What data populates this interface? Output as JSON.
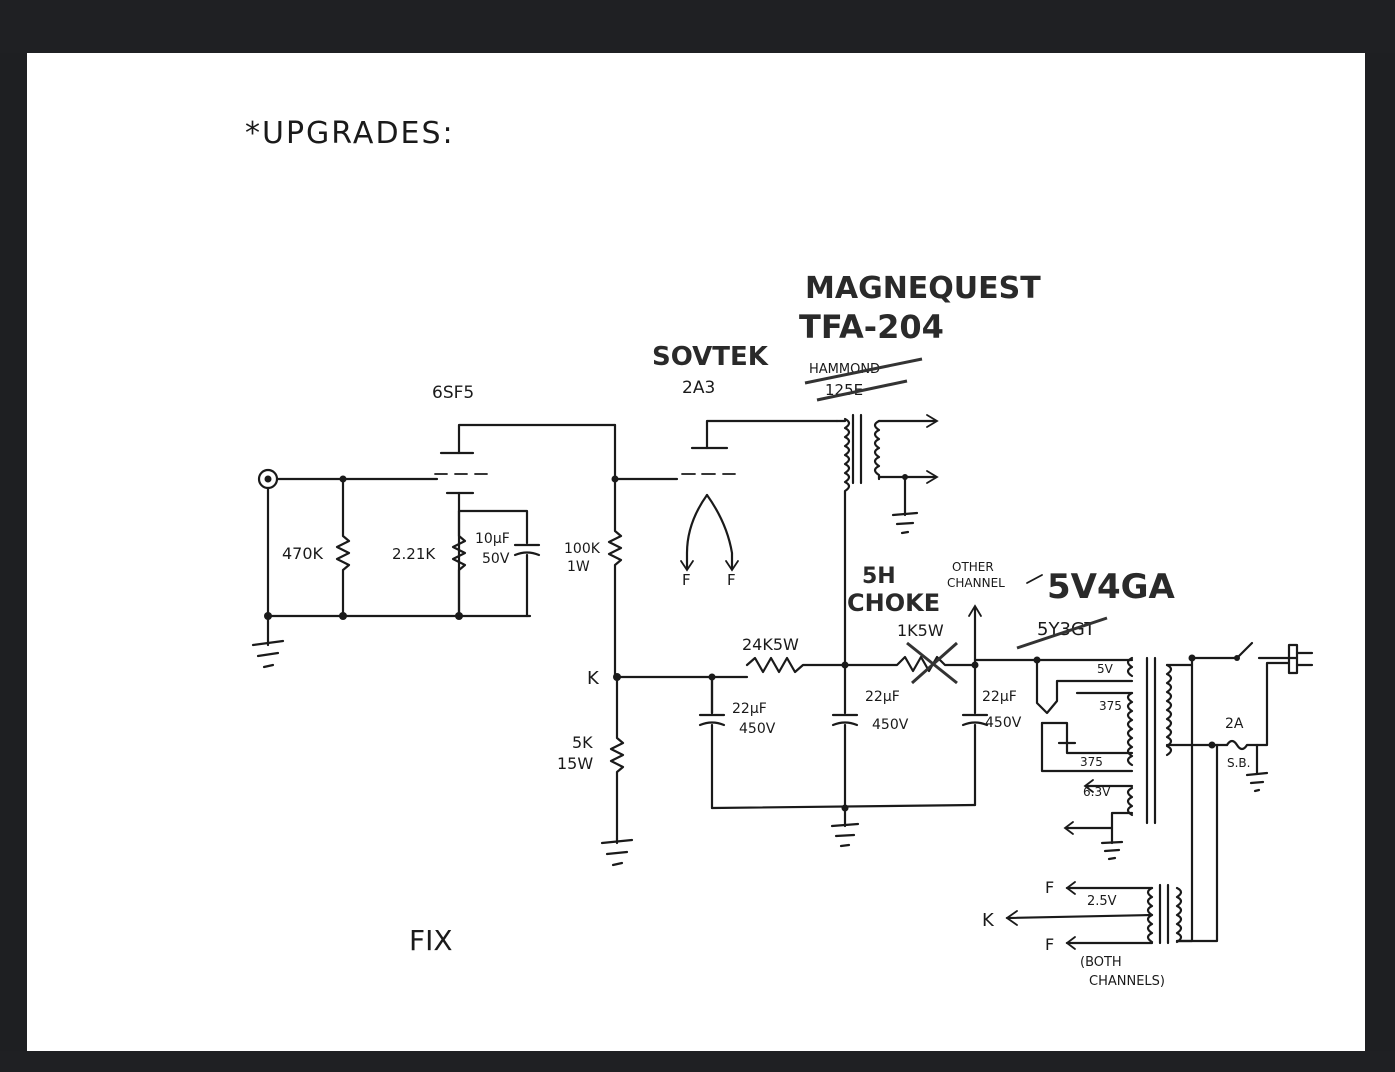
{
  "title": "*UPGRADES:",
  "footer_note": "FIX",
  "tubes": {
    "driver": "6SF5",
    "output_brand": "SOVTEK",
    "output": "2A3",
    "rectifier": "5V4GA",
    "rectifier_old": "5Y3GT"
  },
  "output_transformer": {
    "new_line1": "MAGNEQUEST",
    "new_line2": "TFA-204",
    "old_line1": "HAMMOND",
    "old_line2": "125E"
  },
  "components": {
    "r_grid": "470K",
    "r_cathode": "2.21K",
    "c_cathode_1": "10µF",
    "c_cathode_2": "50V",
    "r_plate_1": "100K",
    "r_plate_2": "1W",
    "r_k_1": "5K",
    "r_k_2": "15W",
    "k_label": "K",
    "r_dropper": "24K5W",
    "c1_1": "22µF",
    "c1_2": "450V",
    "c2_1": "22µF",
    "c2_2": "450V",
    "c3_1": "22µF",
    "c3_2": "450V",
    "choke_1": "5H",
    "choke_2": "CHOKE",
    "r_old": "1K5W",
    "other_1": "OTHER",
    "other_2": "CHANNEL",
    "filament_f1": "F",
    "filament_f2": "F"
  },
  "power_transformer": {
    "tap_5v": "5V",
    "tap_375a": "375",
    "tap_375b": "375",
    "tap_63": "6.3V",
    "fuse_1": "2A",
    "fuse_2": "S.B.",
    "f_top": "F",
    "v25": "2.5V",
    "k": "K",
    "f_bottom": "F",
    "both_1": "(BOTH",
    "both_2": "CHANNELS)"
  }
}
